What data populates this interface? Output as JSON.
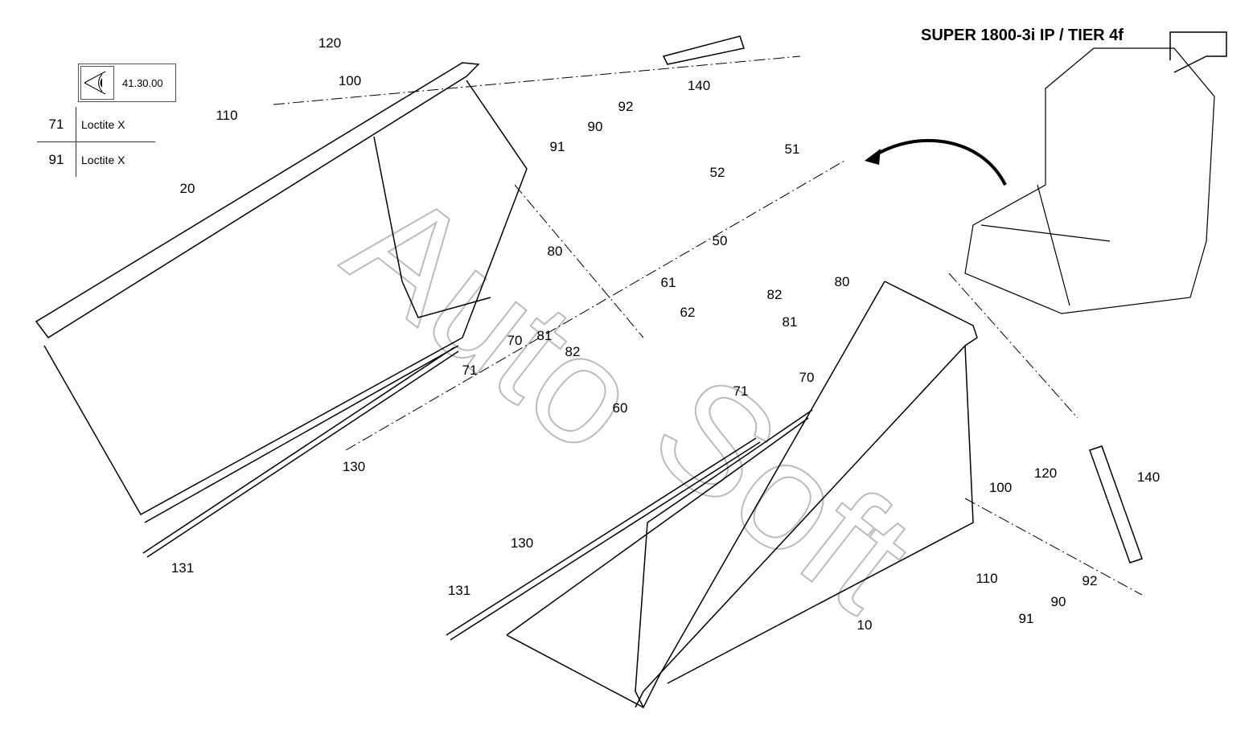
{
  "title": "SUPER 1800-3i IP / TIER 4f",
  "reference": {
    "icon": "eye-view-icon",
    "code": "41.30.00"
  },
  "legend": [
    {
      "number": "71",
      "note": "Loctite X"
    },
    {
      "number": "91",
      "note": "Loctite X"
    }
  ],
  "watermark": "AutoSoft",
  "callouts": [
    "120",
    "100",
    "110",
    "140",
    "92",
    "91",
    "90",
    "20",
    "52",
    "51",
    "50",
    "80",
    "61",
    "62",
    "82",
    "80",
    "81",
    "70",
    "81",
    "82",
    "71",
    "71",
    "70",
    "60",
    "130",
    "131",
    "130",
    "131",
    "10",
    "100",
    "120",
    "140",
    "110",
    "92",
    "90",
    "91"
  ]
}
